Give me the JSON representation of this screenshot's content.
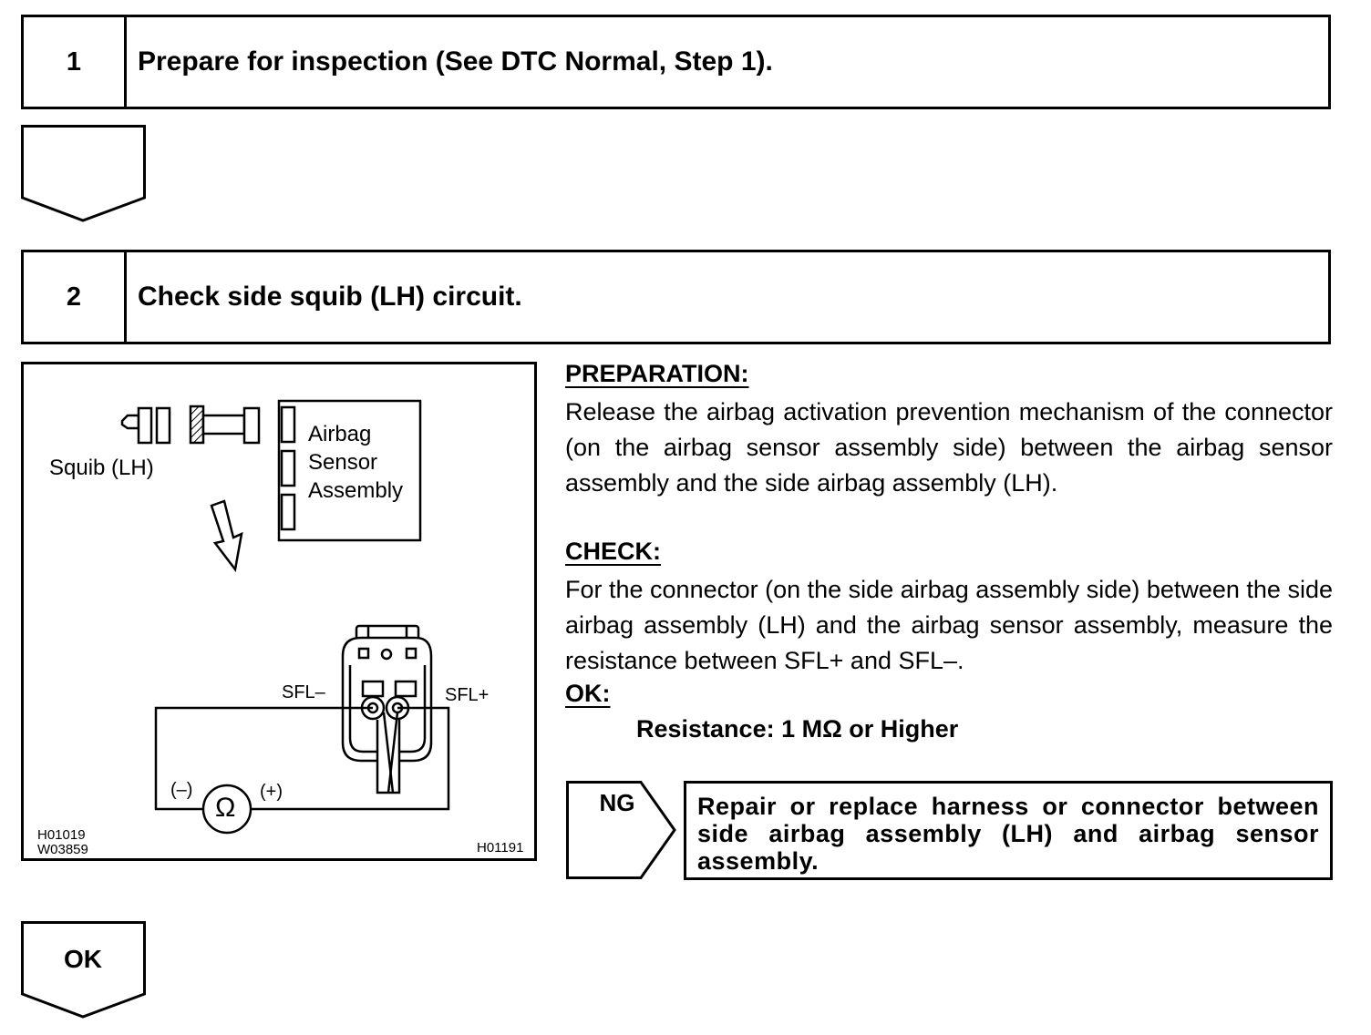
{
  "steps": [
    {
      "number": "1",
      "title": "Prepare for inspection (See DTC Normal, Step 1)."
    },
    {
      "number": "2",
      "title": "Check side squib (LH) circuit."
    }
  ],
  "figure": {
    "squib_label": "Squib (LH)",
    "sensor_label_1": "Airbag",
    "sensor_label_2": "Sensor",
    "sensor_label_3": "Assembly",
    "sfl_minus": "SFL–",
    "sfl_plus": "SFL+",
    "meter_minus": "(–)",
    "meter_plus": "(+)",
    "ohm_symbol": "Ω",
    "code_1": "H01019",
    "code_2": "W03859",
    "code_3": "H01191"
  },
  "preparation": {
    "heading": "PREPARATION:",
    "text": "Release the airbag activation prevention mechanism of the connector (on the airbag sensor assembly side) between the airbag sensor assembly and the side airbag assembly (LH)."
  },
  "check": {
    "heading": "CHECK:",
    "text": "For the connector (on the side airbag assembly side) between the side airbag assembly (LH) and the airbag sensor assembly, measure the resistance between SFL+ and SFL–."
  },
  "ok_spec": {
    "heading": "OK:",
    "value": "Resistance: 1 MΩ or Higher"
  },
  "ng": {
    "label": "NG",
    "action": "Repair or replace harness or connector between side airbag assembly (LH) and airbag sensor assembly."
  },
  "ok_arrow": {
    "label": "OK"
  }
}
